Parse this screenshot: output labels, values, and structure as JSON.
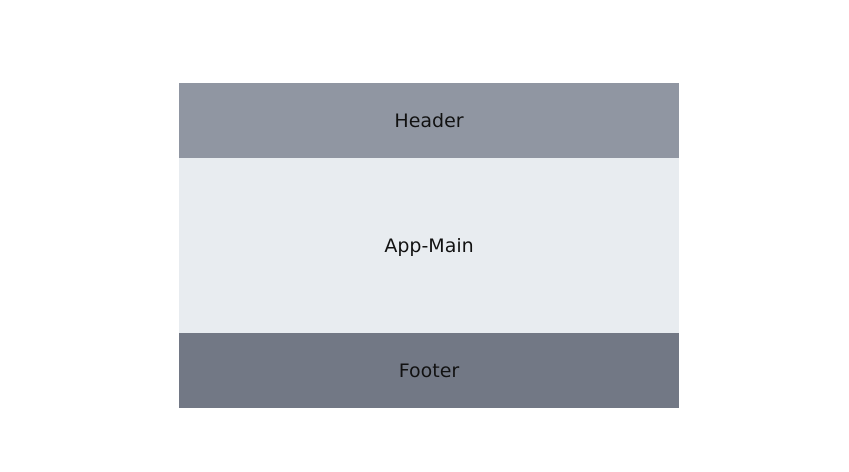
{
  "layout": {
    "header": {
      "label": "Header",
      "color": "#9096a2"
    },
    "main": {
      "label": "App-Main",
      "color": "#e8ecf0"
    },
    "footer": {
      "label": "Footer",
      "color": "#727885"
    }
  }
}
